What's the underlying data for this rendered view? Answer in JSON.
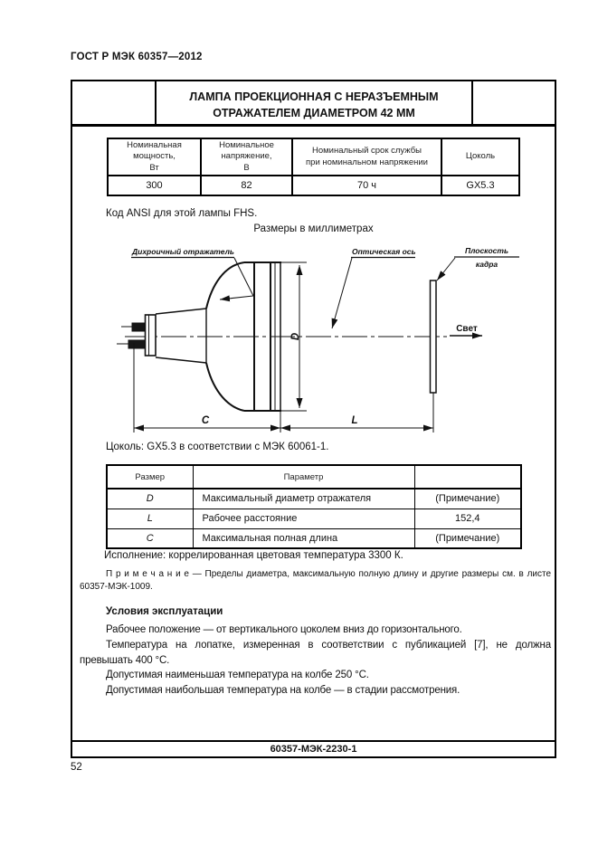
{
  "doc": {
    "header": "ГОСТ Р МЭК 60357—2012",
    "page_number": "52",
    "footer_code": "60357-МЭК-2230-1"
  },
  "title_block": {
    "line1": "ЛАМПА ПРОЕКЦИОННАЯ С НЕРАЗЪЕМНЫМ",
    "line2": "ОТРАЖАТЕЛЕМ ДИАМЕТРОМ 42 ММ"
  },
  "ratings_table": {
    "header_lines": [
      [
        "Номинальная",
        "мощность,",
        "Вт"
      ],
      [
        "Номинальное",
        "напряжение,",
        "В"
      ],
      [
        "Номинальный срок службы",
        "при номинальном напряжении"
      ],
      [
        "Цоколь"
      ]
    ],
    "row": [
      "300",
      "82",
      "70 ч",
      "GX5.3"
    ]
  },
  "ansi_line": "Код ANSI для этой лампы FHS.",
  "dim_caption": "Размеры в миллиметрах",
  "diagram": {
    "labels": {
      "reflector": "Дихроичный отражатель",
      "optical_axis": "Оптическая ось",
      "frame_plane_line1": "Плоскость",
      "frame_plane_line2": "кадра",
      "light": "Свет",
      "dim_c": "C",
      "dim_l": "L",
      "dim_d": "D"
    }
  },
  "cap_line": "Цоколь: GX5.3 в соответствии с МЭК 60061-1.",
  "size_table": {
    "col_headers": [
      "Размер",
      "Параметр",
      ""
    ],
    "rows": [
      [
        "D",
        "Максимальный диаметр отражателя",
        "(Примечание)"
      ],
      [
        "L",
        "Рабочее расстояние",
        "152,4"
      ],
      [
        "C",
        "Максимальная полная длина",
        "(Примечание)"
      ]
    ]
  },
  "execution_line": "Исполнение: коррелированная цветовая температура 3300 К.",
  "note": {
    "label": "П р и м е ч а н и е",
    "text": "— Пределы диаметра, максимальную полную длину и другие размеры см. в листе 60357-МЭК-1009."
  },
  "operating": {
    "heading": "Условия эксплуатации",
    "paragraphs": [
      "Рабочее положение — от вертикального цоколем вниз до горизонтального.",
      "Температура на лопатке, измеренная в соответствии с публикацией [7], не должна превышать 400 °С.",
      "Допустимая наименьшая температура на колбе 250 °С.",
      "Допустимая наибольшая температура на колбе — в стадии рассмотрения."
    ]
  }
}
